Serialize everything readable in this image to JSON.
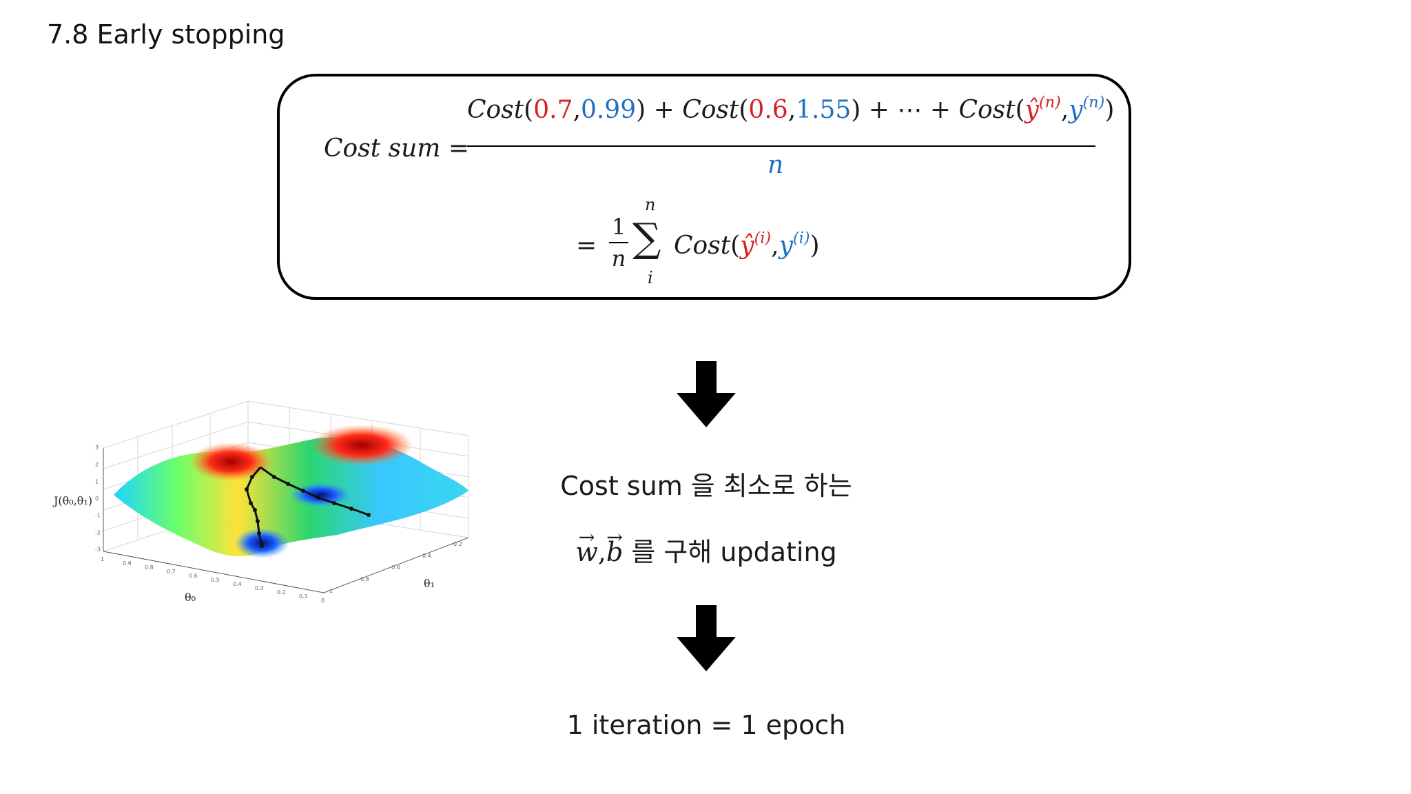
{
  "title": "7.8 Early stopping",
  "formula": {
    "lhs": "Cost sum =",
    "cost": "Cost",
    "open": "(",
    "close": ")",
    "comma": ",",
    "pair1_yhat": "0.7",
    "pair1_y": "0.99",
    "pair2_yhat": "0.6",
    "pair2_y": "1.55",
    "plus": " + ",
    "ellipsis_plus": " + ⋯ + ",
    "last_yhat": "ŷ",
    "last_y": "y",
    "sup_n": "(n)",
    "denominator": "n",
    "eq": "=",
    "frac_num": "1",
    "frac_den": "n",
    "sum_upper": "n",
    "sum_lower": "i",
    "sigma": "∑",
    "sum_yhat": "ŷ",
    "sum_y": "y",
    "sup_i": "(i)"
  },
  "steps": {
    "line1": "Cost sum 을 최소로 하는",
    "line2_w": "w",
    "line2_comma": ",",
    "line2_b": "b",
    "line2_text": " 를 구해 updating",
    "line3": "1 iteration  =  1 epoch"
  },
  "surface_plot": {
    "z_label": "J(θ₀,θ₁)",
    "x_label": "θ₀",
    "y_label": "θ₁",
    "z_ticks": [
      "3",
      "2",
      "1",
      "0",
      "-1",
      "-2",
      "-3"
    ],
    "x_ticks": [
      "1",
      "0.9",
      "0.8",
      "0.7",
      "0.6",
      "0.5",
      "0.4",
      "0.3",
      "0.2",
      "0.1",
      "0"
    ],
    "y_ticks": [
      "0.2",
      "0.4",
      "0.6",
      "0.8",
      "1"
    ]
  },
  "colors": {
    "red": "#d81e1e",
    "blue": "#1f6fc0"
  }
}
